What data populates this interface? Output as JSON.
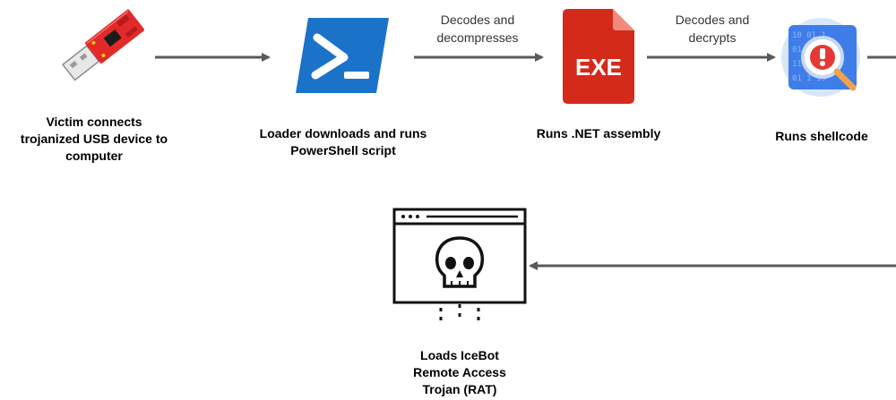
{
  "nodes": {
    "usb": {
      "label_lines": [
        "Victim connects",
        "trojanized USB device to",
        "computer"
      ],
      "icon": "usb-drive-icon"
    },
    "powershell": {
      "label_lines": [
        "Loader downloads and runs",
        "PowerShell script"
      ],
      "icon": "powershell-icon"
    },
    "dotnet": {
      "label_lines": [
        "Runs .NET assembly"
      ],
      "icon": "exe-file-icon",
      "icon_text": "EXE"
    },
    "shellcode": {
      "label_lines": [
        "Runs shellcode"
      ],
      "icon": "shellcode-bug-icon"
    },
    "icebot": {
      "label_lines": [
        "Loads IceBot",
        "Remote Access",
        "Trojan (RAT)"
      ],
      "icon": "skull-window-icon"
    }
  },
  "edges": {
    "ps_to_exe": {
      "label_lines": [
        "Decodes and",
        "decompresses"
      ]
    },
    "exe_to_shell": {
      "label_lines": [
        "Decodes and",
        "decrypts"
      ]
    }
  },
  "colors": {
    "arrow": "#5a5a5a",
    "powershell_blue": "#1b73c9",
    "exe_red": "#d42a1a",
    "usb_red": "#e22a2a",
    "shell_blue": "#3f7ee8"
  }
}
